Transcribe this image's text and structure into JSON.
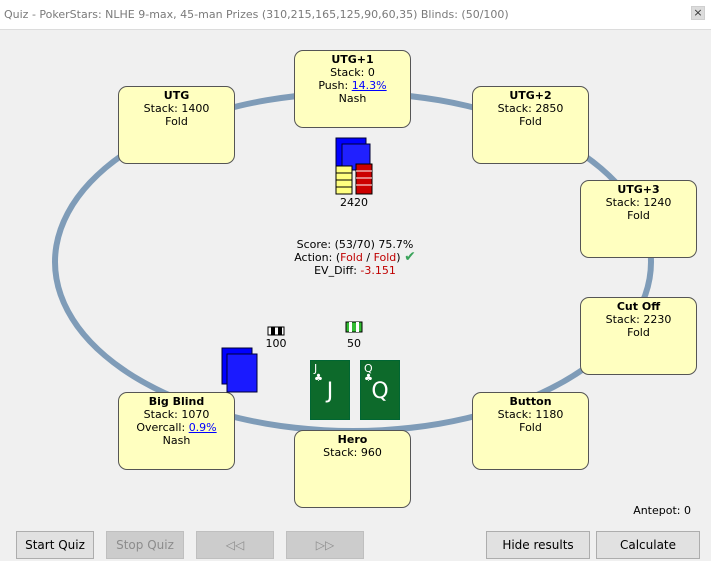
{
  "window": {
    "title": "Quiz - PokerStars: NLHE 9-max, 45-man Prizes (310,215,165,125,90,60,35) Blinds: (50/100)",
    "close_glyph": "×"
  },
  "seats": {
    "utg": {
      "name": "UTG",
      "stack": "Stack: 1400",
      "action": "Fold"
    },
    "utg1": {
      "name": "UTG+1",
      "stack": "Stack: 0",
      "push_prefix": "Push: ",
      "push_value": "14.3%",
      "action": "Nash"
    },
    "utg2": {
      "name": "UTG+2",
      "stack": "Stack: 2850",
      "action": "Fold"
    },
    "utg3": {
      "name": "UTG+3",
      "stack": "Stack: 1240",
      "action": "Fold"
    },
    "cutoff": {
      "name": "Cut Off",
      "stack": "Stack: 2230",
      "action": "Fold"
    },
    "button": {
      "name": "Button",
      "stack": "Stack: 1180",
      "action": "Fold"
    },
    "hero": {
      "name": "Hero",
      "stack": "Stack: 960"
    },
    "bb": {
      "name": "Big Blind",
      "stack": "Stack: 1070",
      "overcall_prefix": "Overcall: ",
      "overcall_value": "0.9%",
      "action": "Nash"
    }
  },
  "pot": {
    "amount": "2420"
  },
  "center": {
    "score": "Score: (53/70) 75.7%",
    "action_prefix": "Action: (",
    "action_a": "Fold",
    "action_sep": " / ",
    "action_b": "Fold",
    "action_suffix": ")",
    "check_glyph": "✔",
    "ev_prefix": "EV_Diff: ",
    "ev_value": "-3.151"
  },
  "bets": {
    "bb": "100",
    "sb": "50"
  },
  "cards": [
    {
      "rank": "J",
      "suit": "♣"
    },
    {
      "rank": "Q",
      "suit": "♣"
    }
  ],
  "antepot": "Antepot: 0",
  "buttons": {
    "start": "Start Quiz",
    "stop": "Stop Quiz",
    "prev": "◁◁",
    "next": "▷▷",
    "hide": "Hide results",
    "calc": "Calculate"
  },
  "colors": {
    "seat_bg": "#ffffc0",
    "table_ring": "#7f9cb8",
    "card_green": "#0d6a2b",
    "chip_blue": "#0000ff"
  }
}
